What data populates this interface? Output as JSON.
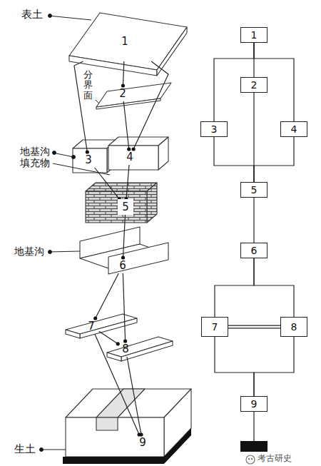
{
  "diagram": {
    "nodes": [
      {
        "text": [
          "1"
        ]
      },
      {
        "text": [
          "2"
        ]
      },
      {
        "text": [
          "3"
        ]
      },
      {
        "text": [
          "4"
        ]
      },
      {
        "text": [
          "5"
        ]
      },
      {
        "text": [
          "6"
        ]
      },
      {
        "text": [
          "7"
        ]
      },
      {
        "text": [
          "8"
        ]
      },
      {
        "text": [
          "9"
        ]
      },
      {
        "text": [
          "1"
        ]
      },
      {
        "text": [
          "2"
        ]
      },
      {
        "text": [
          "3"
        ]
      },
      {
        "text": [
          "4"
        ]
      },
      {
        "text": [
          "5"
        ]
      },
      {
        "text": [
          "6"
        ]
      },
      {
        "text": [
          "7"
        ]
      },
      {
        "text": [
          "8"
        ]
      },
      {
        "text": [
          "9"
        ]
      }
    ],
    "edges": [
      {
        "from": 0,
        "to": 1,
        "arrow": "none"
      },
      {
        "from": 0,
        "to": 2,
        "arrow": "none"
      },
      {
        "from": 0,
        "to": 3,
        "arrow": "none"
      },
      {
        "from": 1,
        "to": 3,
        "arrow": "none"
      },
      {
        "from": 2,
        "to": 4,
        "arrow": "none"
      },
      {
        "from": 3,
        "to": 4,
        "arrow": "none"
      },
      {
        "from": 4,
        "to": 5,
        "arrow": "none"
      },
      {
        "from": 5,
        "to": 6,
        "arrow": "none"
      },
      {
        "from": 5,
        "to": 7,
        "arrow": "none"
      },
      {
        "from": 6,
        "to": 7,
        "arrow": "none"
      },
      {
        "from": 6,
        "to": 8,
        "arrow": "none"
      },
      {
        "from": 7,
        "to": 8,
        "arrow": "none"
      },
      {
        "from": 9,
        "to": 10,
        "arrow": "none"
      },
      {
        "from": 9,
        "to": 11,
        "arrow": "none"
      },
      {
        "from": 9,
        "to": 12,
        "arrow": "none"
      },
      {
        "from": 10,
        "to": 13,
        "arrow": "none"
      },
      {
        "from": 11,
        "to": 13,
        "arrow": "none"
      },
      {
        "from": 12,
        "to": 13,
        "arrow": "none"
      },
      {
        "from": 13,
        "to": 14,
        "arrow": "none"
      },
      {
        "from": 14,
        "to": 15,
        "arrow": "none"
      },
      {
        "from": 14,
        "to": 16,
        "arrow": "none"
      },
      {
        "from": 15,
        "to": 16,
        "arrow": "none"
      },
      {
        "from": 15,
        "to": 17,
        "arrow": "none"
      },
      {
        "from": 16,
        "to": 17,
        "arrow": "none"
      }
    ],
    "labels": [
      "表土",
      "分界面",
      "地基沟填充物",
      "地基沟",
      "生土",
      "考古研史"
    ]
  }
}
